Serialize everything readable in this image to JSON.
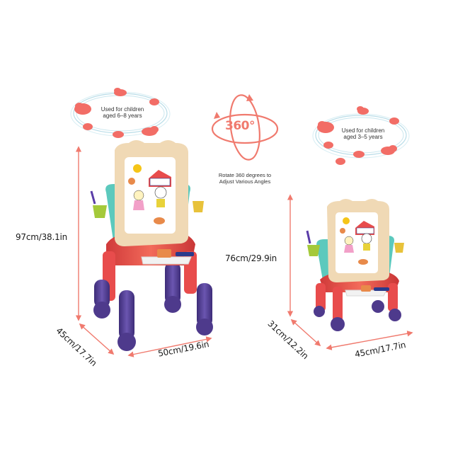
{
  "large_easel": {
    "age_badge": {
      "line1": "Used for children",
      "line2": "aged 6–8 years"
    },
    "height_label": "97cm/38.1in",
    "depth_label": "45cm/17.7in",
    "width_label": "50cm/19.6in"
  },
  "rotation": {
    "badge_text": "360°",
    "caption_line1": "Rotate 360 degrees to",
    "caption_line2": "Adjust Various Angles"
  },
  "small_easel": {
    "age_badge": {
      "line1": "Used for children",
      "line2": "aged 3–5 years"
    },
    "height_label": "76cm/29.9in",
    "depth_label": "31cm/12.2in",
    "width_label": "45cm/17.7in"
  },
  "colors": {
    "accent_coral": "#f07a6e",
    "cloud_coral": "#f26d66",
    "swirl_blue": "#b9dde8",
    "leg_purple": "#4e3a8c",
    "frame_red": "#e84c4c",
    "frame_beige": "#f0d9b5",
    "arm_teal": "#5cc9bd",
    "cup_green": "#a4c93a",
    "cup_yellow": "#e8c23a"
  }
}
